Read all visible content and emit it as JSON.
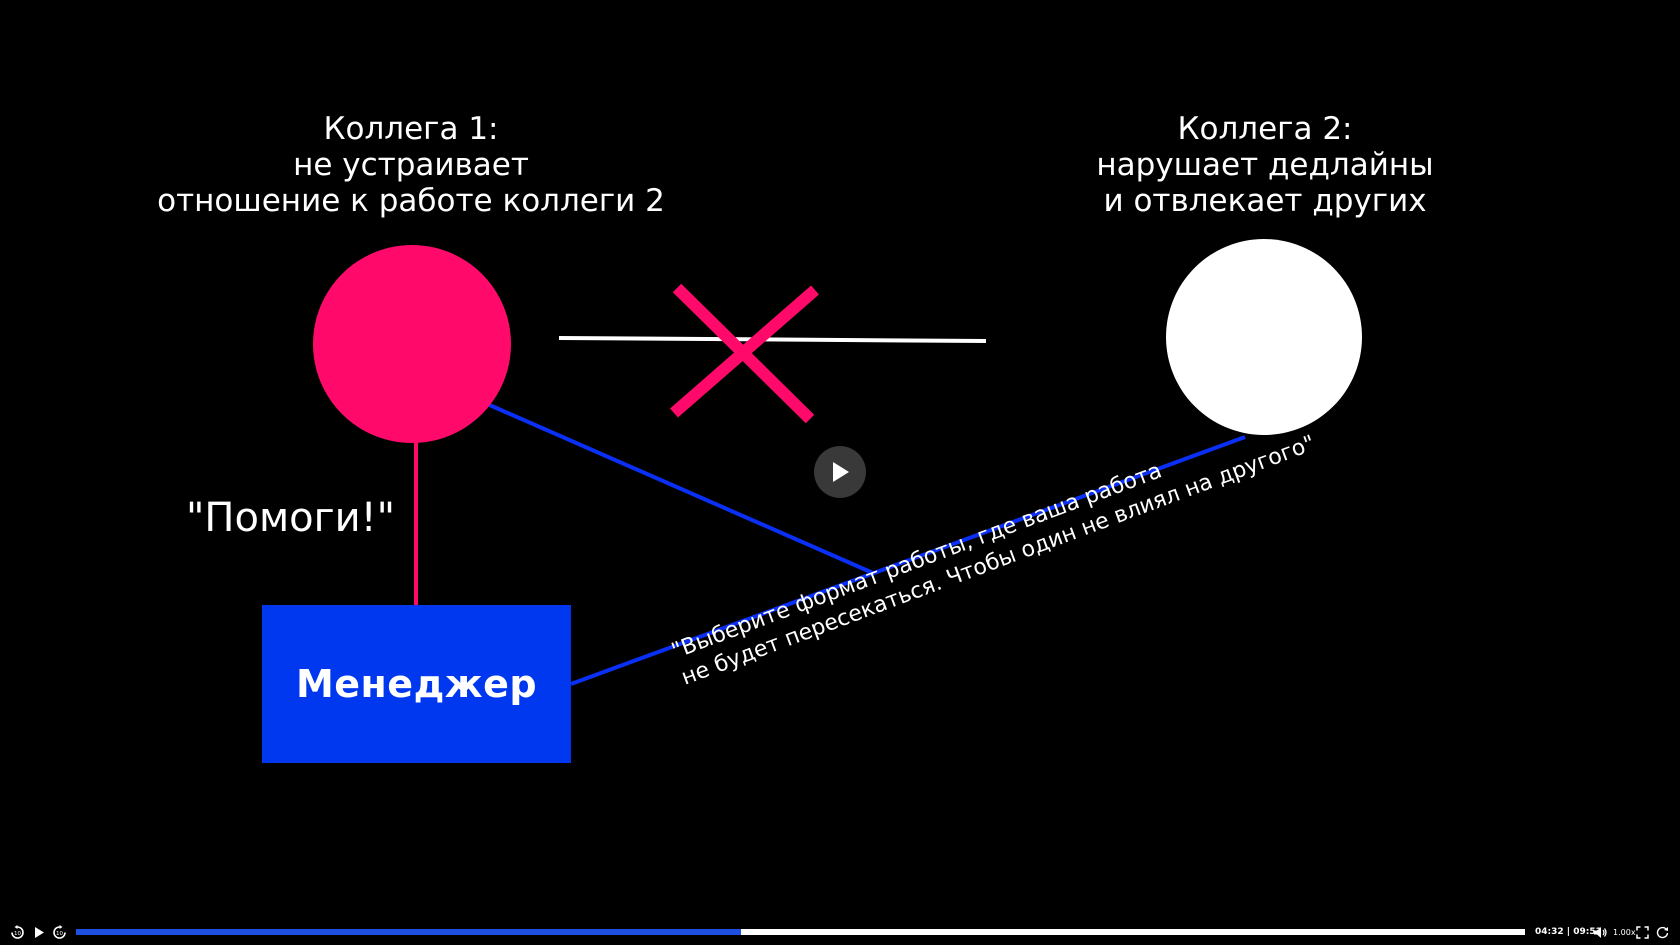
{
  "slide": {
    "colleague1": {
      "lines": [
        "Коллега 1:",
        "не устраивает",
        "отношение к работе коллеги 2"
      ]
    },
    "colleague2": {
      "lines": [
        "Коллега 2:",
        "нарушает дедлайны",
        "и отвлекает других"
      ]
    },
    "help_quote": "\"Помоги!\"",
    "manager_label": "Менеджер",
    "advice": {
      "lines": [
        "\"Выберите формат работы, где ваша работа",
        "не будет пересекаться. Чтобы один не влиял на другого\""
      ]
    },
    "colors": {
      "pink": "#ff0a6a",
      "blue": "#0038f0",
      "white": "#ffffff",
      "background": "#000000"
    }
  },
  "player": {
    "current_time": "04:32",
    "total_time": "09:53",
    "time_separator": " | ",
    "speed": "1.00x",
    "progress": 0.459,
    "icons": {
      "rewind": "rewind-10-icon",
      "play": "play-icon",
      "forward": "forward-10-icon",
      "volume": "volume-icon",
      "fullscreen": "fullscreen-icon",
      "replay": "replay-icon"
    }
  }
}
